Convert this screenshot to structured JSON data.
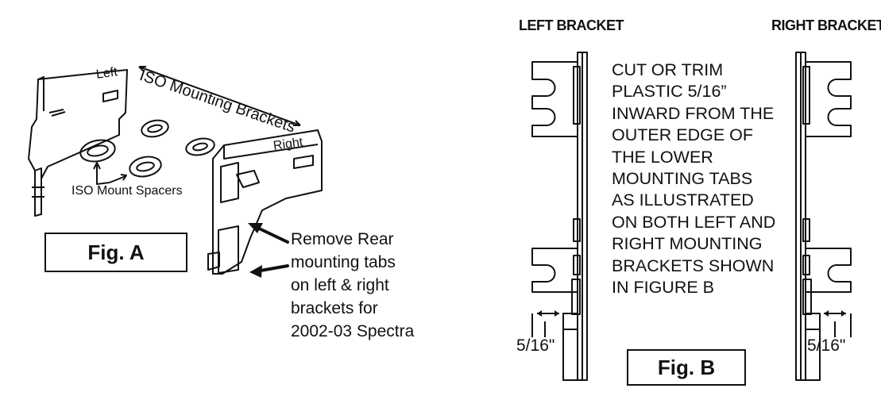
{
  "figure_a": {
    "label": "Fig. A",
    "callouts": {
      "iso_mounting_brackets": "ISO Mounting Brackets",
      "left": "Left",
      "right": "Right",
      "iso_mount_spacers": "ISO Mount Spacers",
      "remove_note": [
        "Remove Rear",
        "mounting tabs",
        "on left & right",
        "brackets for",
        "2002-03 Spectra"
      ]
    }
  },
  "figure_b": {
    "label": "Fig. B",
    "left_title": "LEFT BRACKET",
    "right_title": "RIGHT BRACKET",
    "instructions": [
      "CUT OR TRIM",
      "PLASTIC 5/16”",
      "INWARD FROM THE",
      "OUTER EDGE OF",
      "THE LOWER",
      "MOUNTING TABS",
      "AS ILLUSTRATED",
      "ON BOTH LEFT AND",
      "RIGHT MOUNTING",
      "BRACKETS SHOWN",
      "IN FIGURE B"
    ],
    "left_dimension": "5/16\"",
    "right_dimension": "5/16\""
  }
}
